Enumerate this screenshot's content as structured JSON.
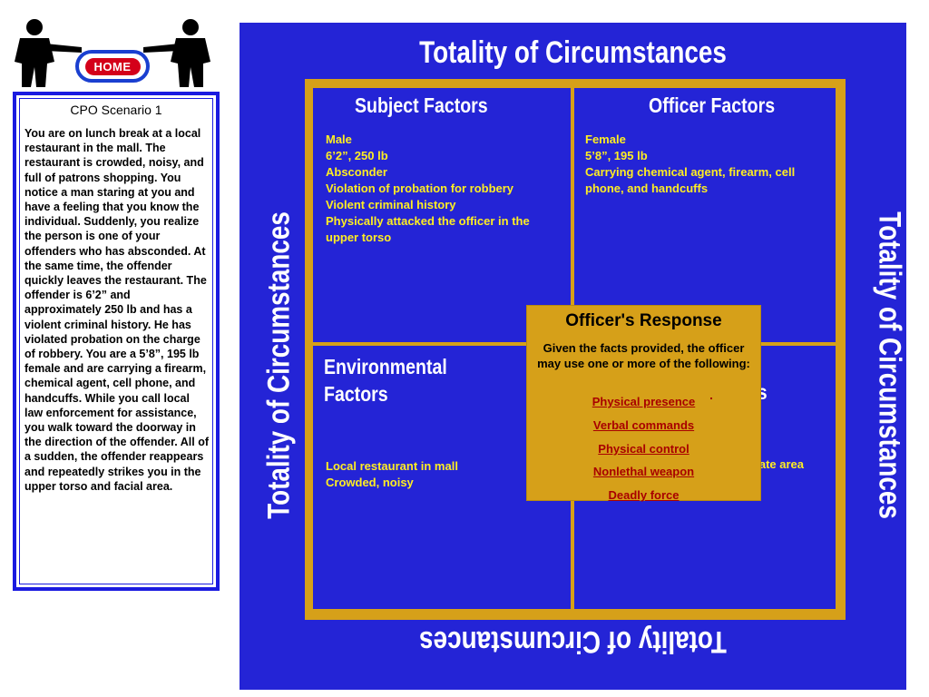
{
  "nav": {
    "home_label": "HOME"
  },
  "scenario": {
    "title": "CPO Scenario 1",
    "body": "You are on lunch break at a local restaurant in the mall. The restaurant is crowded, noisy, and full of patrons shopping. You notice a man staring at you and have a feeling that you know the individual. Suddenly, you realize the person is one of your offenders who has absconded. At the same time, the offender quickly leaves the restaurant. The offender is 6’2” and approximately 250 lb and has a violent criminal history. He has violated probation on the charge of robbery. You are a 5’8”, 195 lb female and are carrying a firearm, chemical agent, cell phone, and handcuffs. While you call local law enforcement for assistance, you walk toward the doorway in the direction of the offender. All of a sudden, the offender reappears and repeatedly strikes you in the upper torso and facial area."
  },
  "diagram": {
    "title": "Totality of Circumstances",
    "quadrants": {
      "subject": {
        "heading": "Subject Factors",
        "facts": [
          "Male",
          "6’2”, 250 lb",
          "Absconder",
          "Violation of probation for robbery",
          "Violent criminal history",
          "Physically attacked the officer in the upper torso"
        ]
      },
      "officer": {
        "heading": "Officer Factors",
        "facts": [
          "Female",
          "5’8”, 195 lb",
          "Carrying chemical agent, firearm, cell phone, and handcuffs"
        ]
      },
      "environmental": {
        "heading_line1": "Environmental",
        "heading_line2": "Factors",
        "facts": [
          "Local restaurant in mall",
          "Crowded, noisy"
        ]
      },
      "other": {
        "heading": "Other Factors",
        "facts": [
          "Several citizens in immediate area"
        ]
      }
    },
    "response": {
      "title": "Officer's Response",
      "description": "Given the facts provided, the officer may use one or more of the following:",
      "options": [
        "Physical presence",
        "Verbal commands",
        "Physical control",
        "Nonlethal weapon",
        "Deadly force"
      ]
    }
  },
  "colors": {
    "panel_blue": "#2424d6",
    "frame_gold": "#d6a019",
    "fact_yellow": "#ffee22",
    "option_red": "#a80000"
  }
}
